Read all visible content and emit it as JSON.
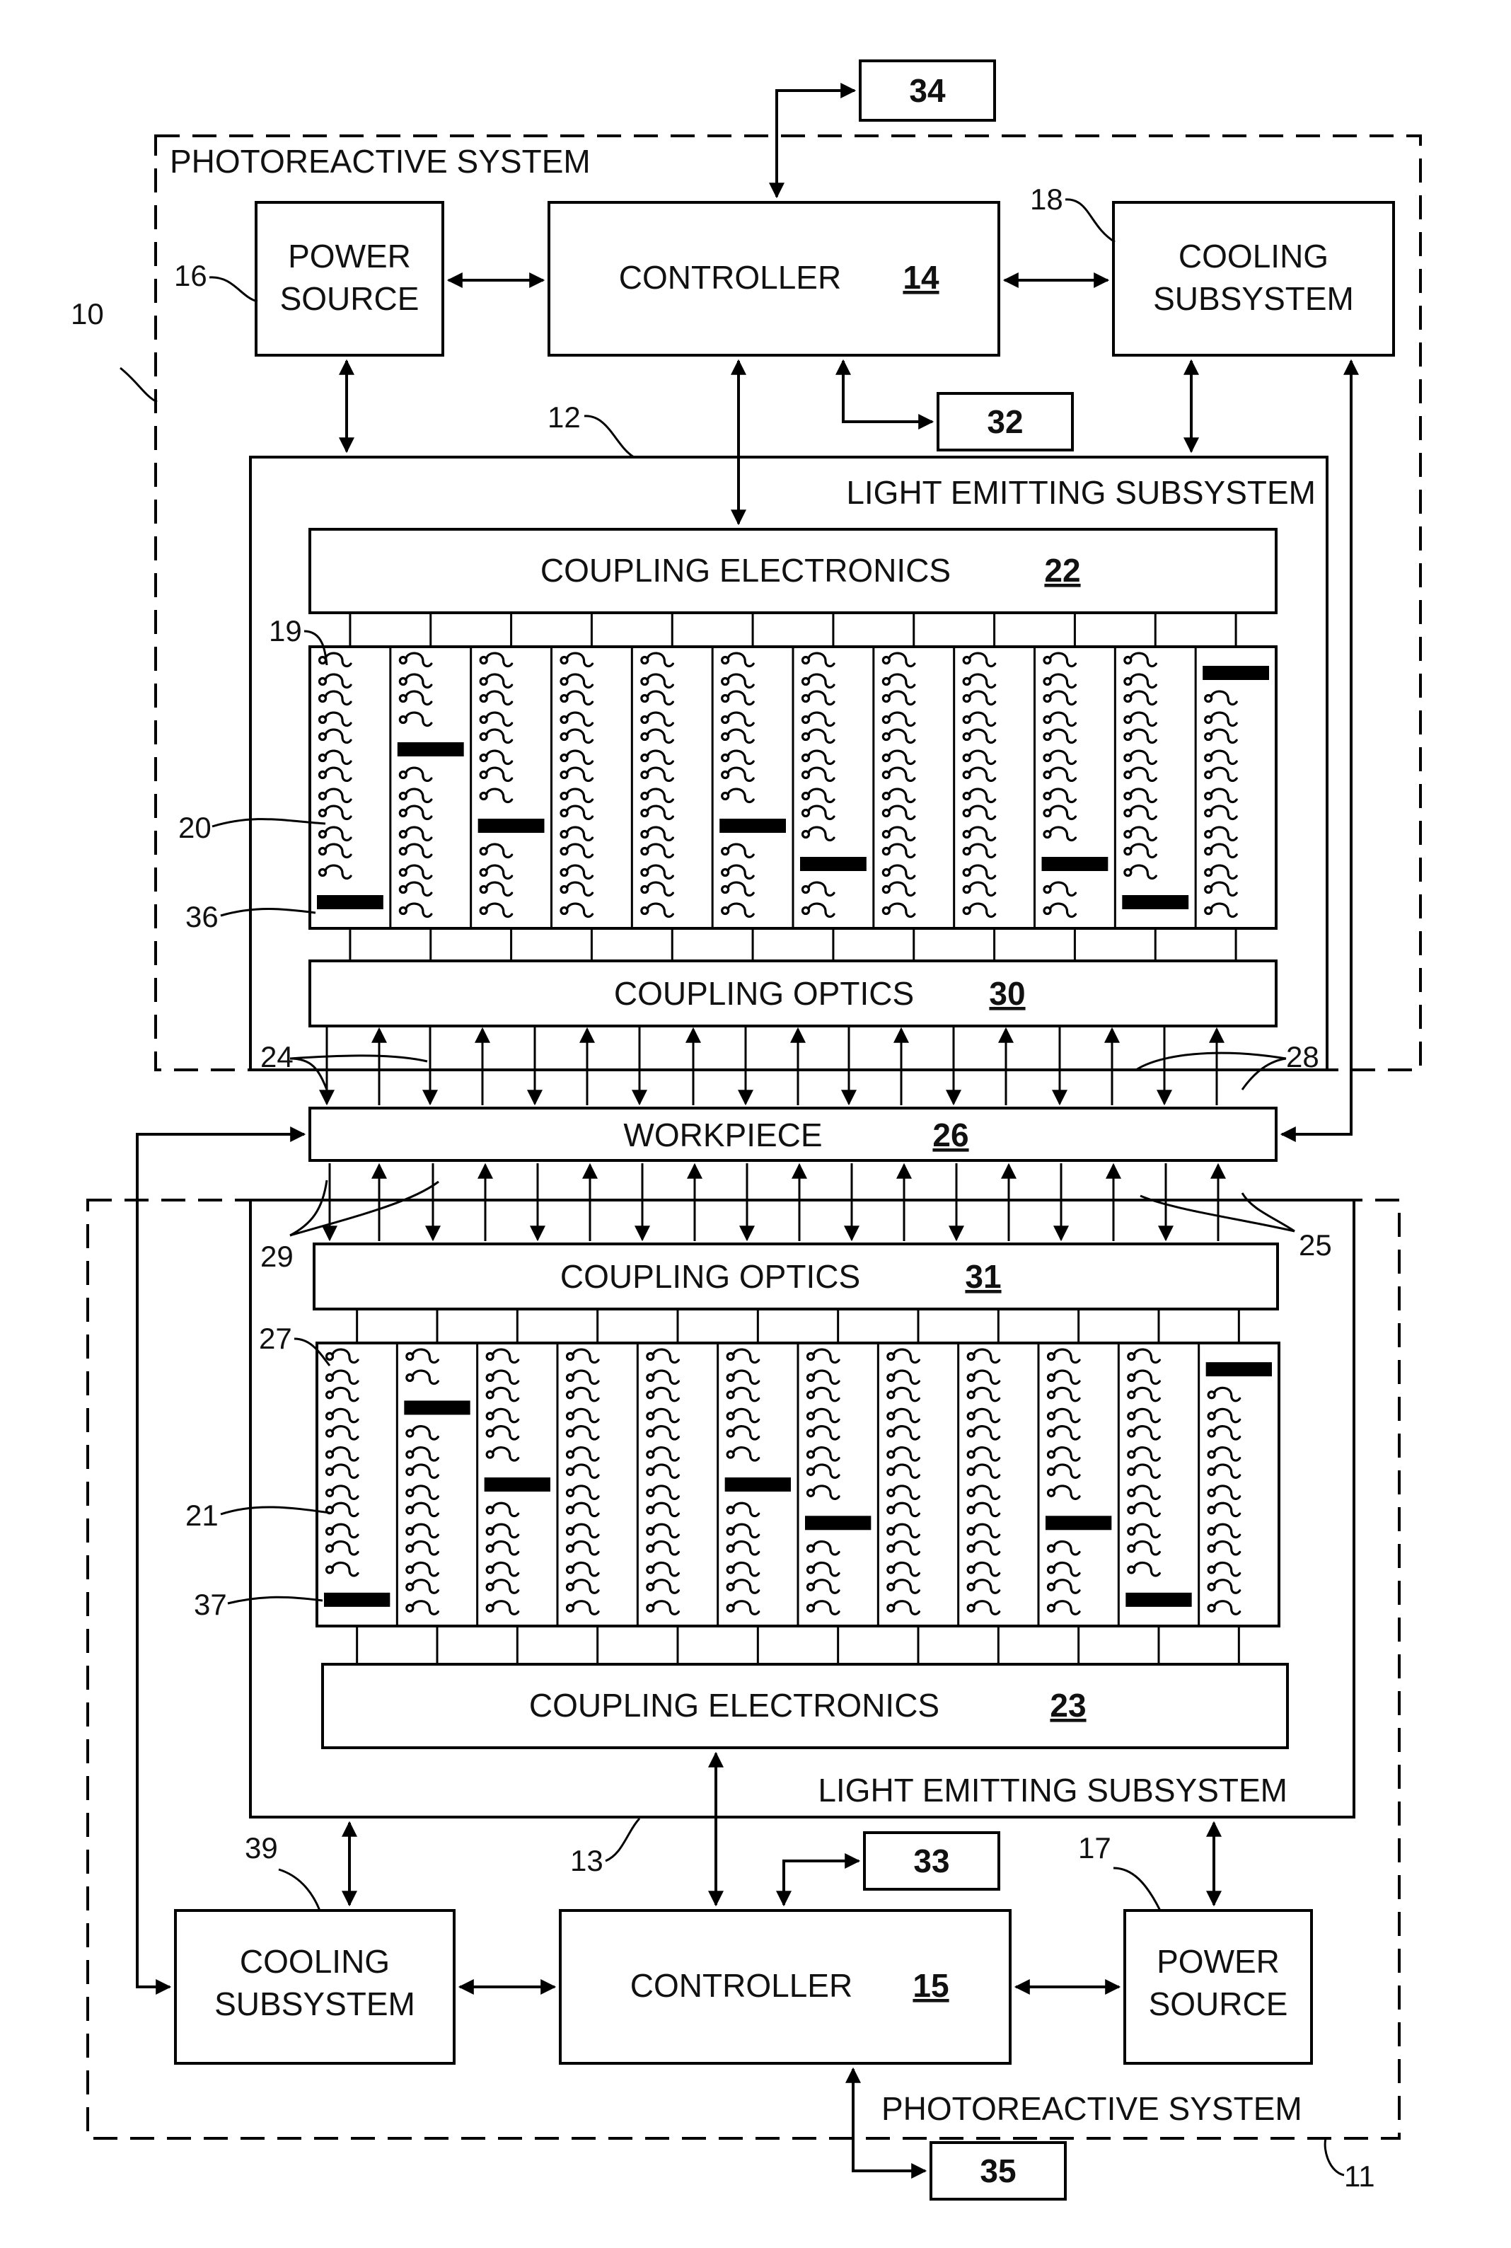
{
  "systems": {
    "top_label": "PHOTOREACTIVE SYSTEM",
    "bottom_label": "PHOTOREACTIVE SYSTEM",
    "top_ref": "10",
    "bottom_ref": "11"
  },
  "top": {
    "power_source": {
      "line1": "POWER",
      "line2": "SOURCE",
      "ref": "16"
    },
    "controller": {
      "label": "CONTROLLER",
      "num": "14"
    },
    "cooling": {
      "line1": "COOLING",
      "line2": "SUBSYSTEM",
      "ref": "18"
    },
    "out_34": "34",
    "out_32": "32",
    "les": {
      "label": "LIGHT EMITTING SUBSYSTEM",
      "ref": "12"
    },
    "coupling_electronics": {
      "label": "COUPLING ELECTRONICS",
      "num": "22"
    },
    "coupling_optics": {
      "label": "COUPLING OPTICS",
      "num": "30"
    },
    "refs": {
      "r19": "19",
      "r20": "20",
      "r36": "36",
      "r24": "24",
      "r28": "28"
    }
  },
  "workpiece": {
    "label": "WORKPIECE",
    "num": "26"
  },
  "bottom": {
    "refs": {
      "r29": "29",
      "r25": "25",
      "r27": "27",
      "r21": "21",
      "r37": "37"
    },
    "coupling_optics": {
      "label": "COUPLING OPTICS",
      "num": "31"
    },
    "coupling_electronics": {
      "label": "COUPLING ELECTRONICS",
      "num": "23"
    },
    "les": {
      "label": "LIGHT EMITTING SUBSYSTEM",
      "ref": "13"
    },
    "cooling": {
      "line1": "COOLING",
      "line2": "SUBSYSTEM",
      "ref": "39"
    },
    "controller": {
      "label": "CONTROLLER",
      "num": "15"
    },
    "power_source": {
      "line1": "POWER",
      "line2": "SOURCE",
      "ref": "17"
    },
    "out_33": "33",
    "out_35": "35"
  },
  "array": {
    "top_bars": [
      6,
      2,
      4,
      0,
      0,
      4,
      5,
      0,
      0,
      5,
      6,
      0
    ],
    "bottom_bars": [
      6,
      1,
      3,
      0,
      0,
      3,
      4,
      0,
      0,
      4,
      6,
      0
    ]
  }
}
